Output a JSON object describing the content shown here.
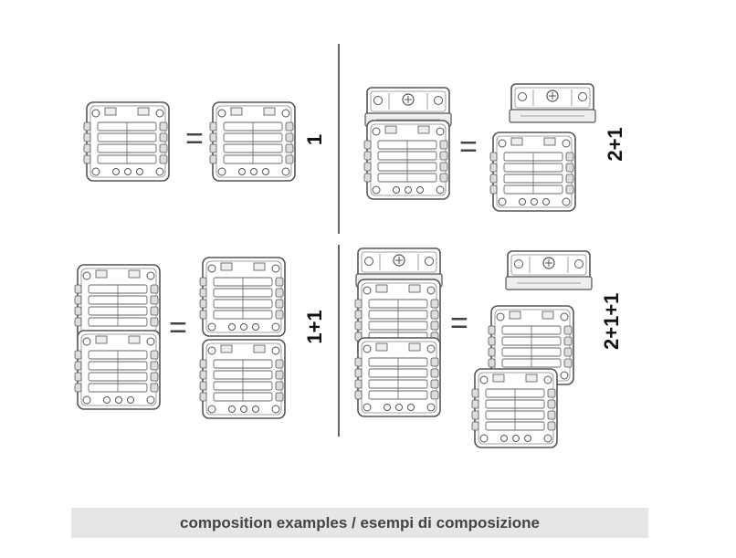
{
  "examples": [
    {
      "label": "1"
    },
    {
      "label": "2+1"
    },
    {
      "label": "1+1"
    },
    {
      "label": "2+1+1"
    }
  ],
  "caption": "composition examples / esempi di composizione",
  "colors": {
    "stroke": "#555555",
    "fill": "#ffffff",
    "shade": "#d9d9d9",
    "caption_bg": "#e6e6e6",
    "caption_text": "#444444"
  }
}
